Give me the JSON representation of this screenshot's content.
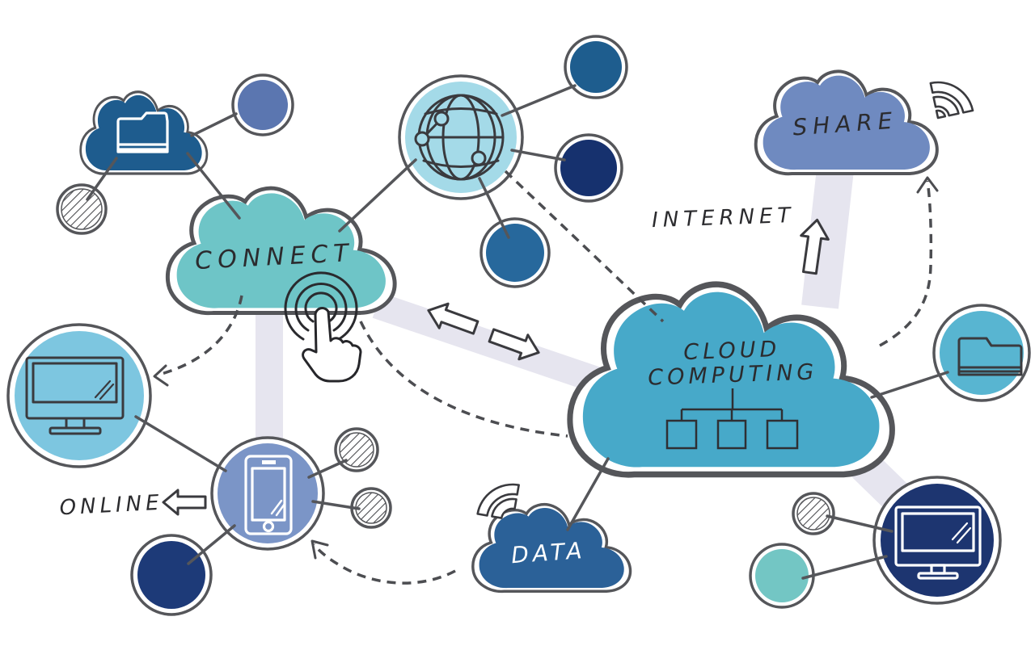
{
  "illustration": {
    "title": "Cloud computing hand-drawn concept sketch",
    "background": "#ffffff"
  },
  "labels": {
    "connect": "CONNECT",
    "share": "SHARE",
    "internet": "INTERNET",
    "cloud_line1": "CLOUD",
    "cloud_line2": "COMPUTING",
    "data": "DATA",
    "online": "ONLINE"
  },
  "colors": {
    "outline": "#55565a",
    "band": "#e6e5ef",
    "folder_cloud": "#1e5c8e",
    "connect_cloud": "#6ec5c7",
    "share_cloud": "#6f8ac0",
    "cloud_computing_cloud": "#47a9c9",
    "data_cloud": "#2b6198",
    "globe_circle": "#a4dae8",
    "monitor_circle": "#7dc6e0",
    "smartphone_circle": "#7b95c7",
    "purple_circle": "#5b76b0",
    "blue_circle": "#1e5d8e",
    "navy_circle": "#16316e",
    "steel_circle": "#27689c",
    "navy_dot": "#1d3a78",
    "folder_circle": "#58b5d1",
    "navy_monitor_circle": "#1d3570",
    "teal_dot": "#73c6c4",
    "text_dark": "#2b2b2e",
    "text_light": "#ffffff"
  },
  "icons": [
    "folder-icon",
    "globe-icon",
    "touch-gesture-icon",
    "wifi-icon",
    "monitor-icon",
    "smartphone-icon",
    "network-tree-icon",
    "arrow-up-icon",
    "arrow-left-icon",
    "double-arrow-left-icon",
    "double-arrow-right-icon"
  ]
}
